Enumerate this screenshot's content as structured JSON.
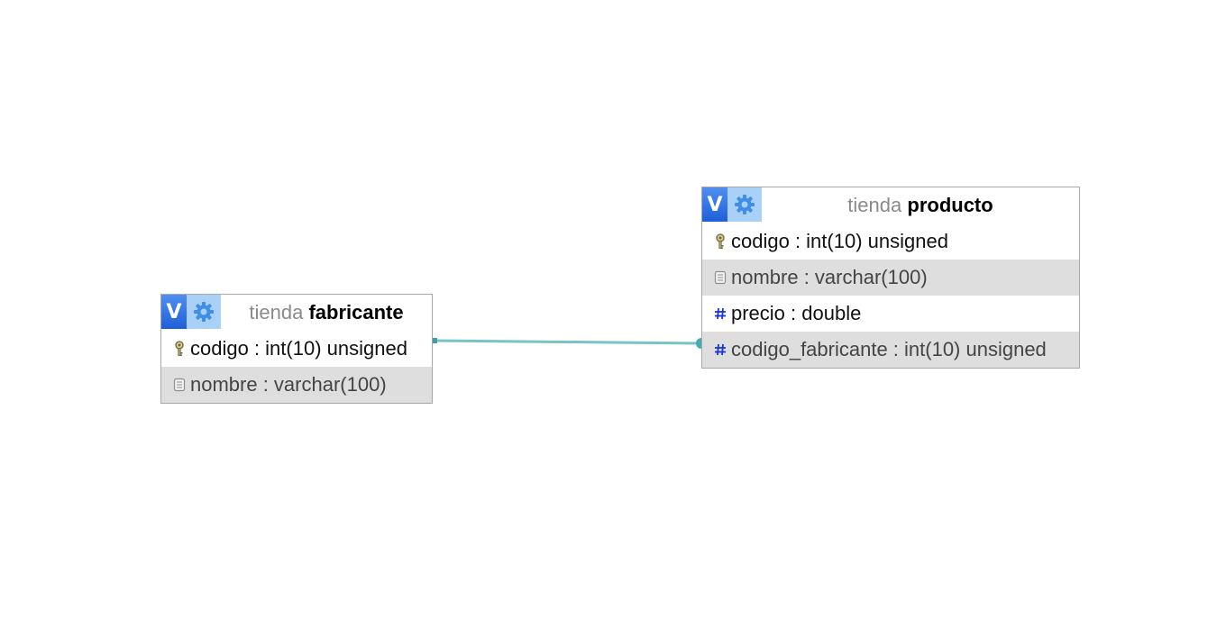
{
  "tables": {
    "fabricante": {
      "toggle_label": "V",
      "db": "tienda",
      "name": "fabricante",
      "columns": [
        {
          "text": "codigo : int(10) unsigned",
          "icon": "primary-key-icon"
        },
        {
          "text": "nombre : varchar(100)",
          "icon": "text-column-icon"
        }
      ]
    },
    "producto": {
      "toggle_label": "V",
      "db": "tienda",
      "name": "producto",
      "columns": [
        {
          "text": "codigo : int(10) unsigned",
          "icon": "primary-key-icon"
        },
        {
          "text": "nombre : varchar(100)",
          "icon": "text-column-icon"
        },
        {
          "text": "precio : double",
          "icon": "numeric-column-icon"
        },
        {
          "text": "codigo_fabricante : int(10) unsigned",
          "icon": "numeric-column-icon"
        }
      ]
    }
  },
  "relations": [
    {
      "from": "fabricante.codigo",
      "to": "producto.codigo_fabricante",
      "color": "#5fb8bd"
    }
  ],
  "colors": {
    "toggle_blue": "#2f6fe0",
    "gear_bg": "#a9d1f7",
    "gear_blue": "#3f8ee8",
    "alt_row": "#dedede",
    "border": "#a9a9a9",
    "numeric_icon": "#1a35d6"
  }
}
